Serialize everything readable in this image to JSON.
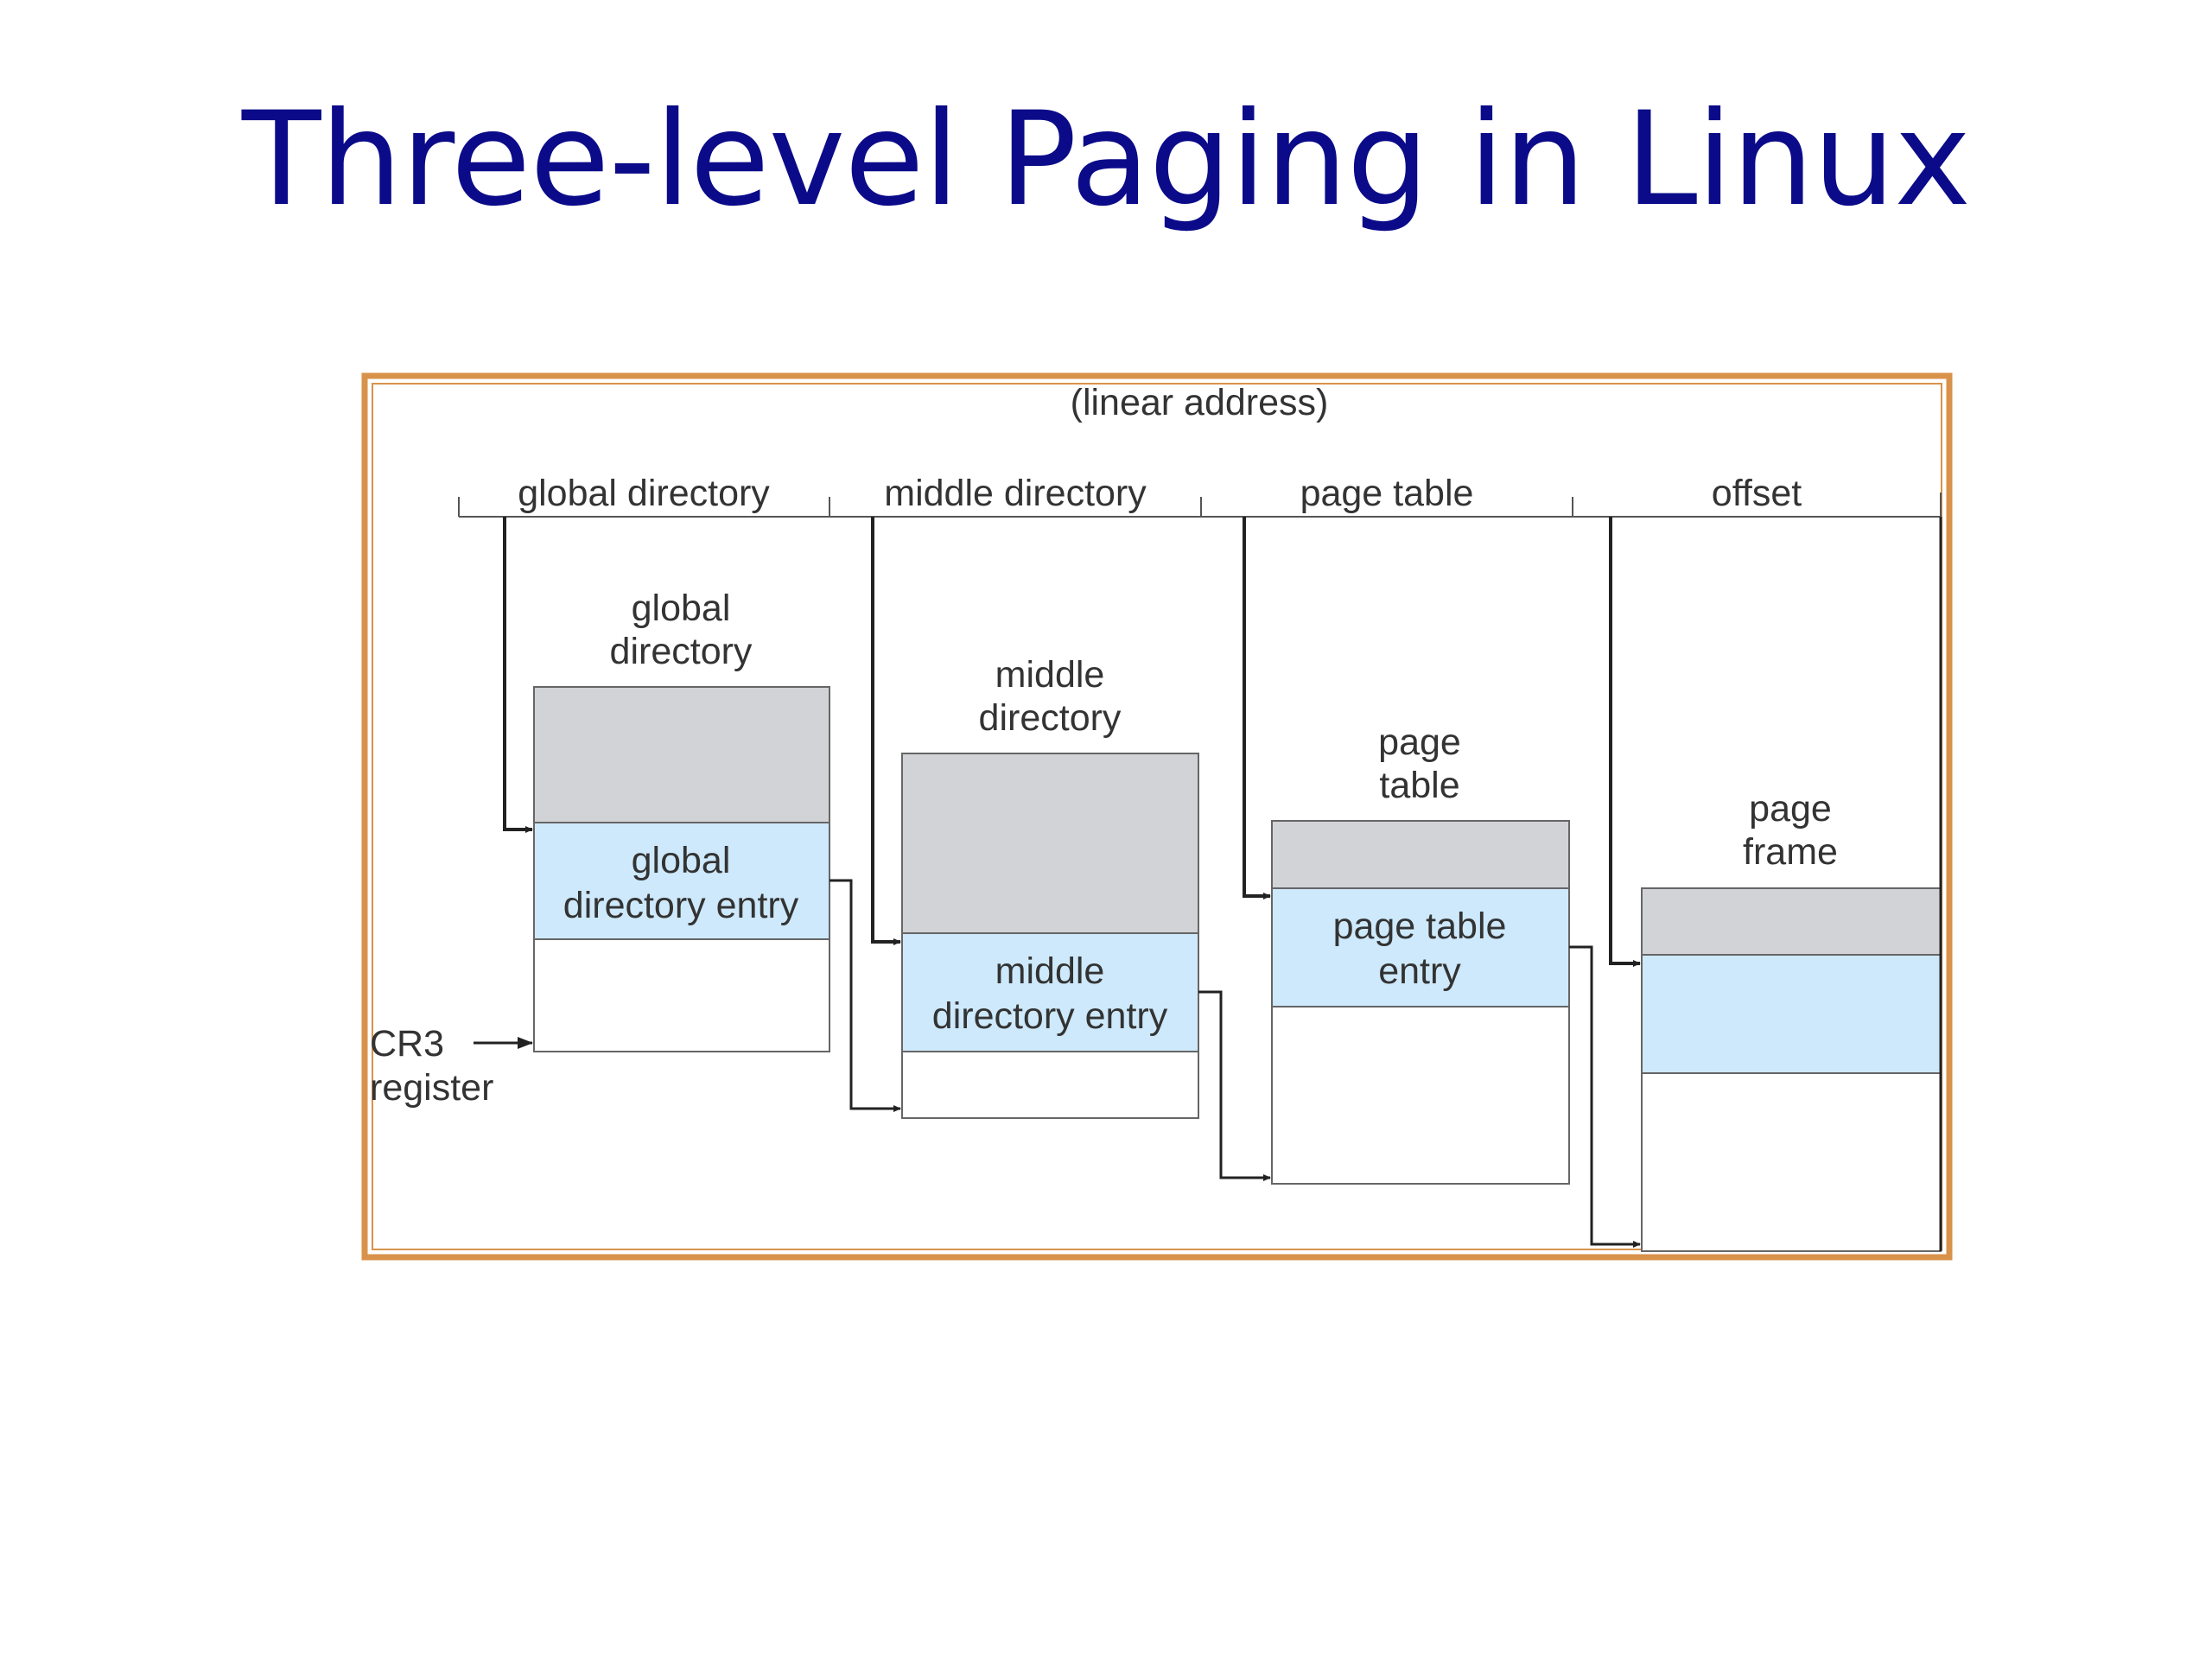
{
  "title": "Three-level Paging in Linux",
  "colors": {
    "title": "#0b0b8a",
    "frame": "#d9924a",
    "entry_fill": "#cde9fb",
    "table_fill": "#d2d3d6",
    "line": "#222222"
  },
  "diagram": {
    "linear_address_label": "(linear address)",
    "fields": [
      {
        "label": "global directory"
      },
      {
        "label": "middle directory"
      },
      {
        "label": "page table"
      },
      {
        "label": "offset"
      }
    ],
    "tables": [
      {
        "title": [
          "global",
          "directory"
        ],
        "entry": [
          "global",
          "directory entry"
        ]
      },
      {
        "title": [
          "middle",
          "directory"
        ],
        "entry": [
          "middle",
          "directory entry"
        ]
      },
      {
        "title": [
          "page",
          "table"
        ],
        "entry": [
          "page table",
          "entry"
        ]
      },
      {
        "title": [
          "page",
          "frame"
        ],
        "entry": []
      }
    ],
    "register": [
      "CR3",
      "register"
    ]
  }
}
